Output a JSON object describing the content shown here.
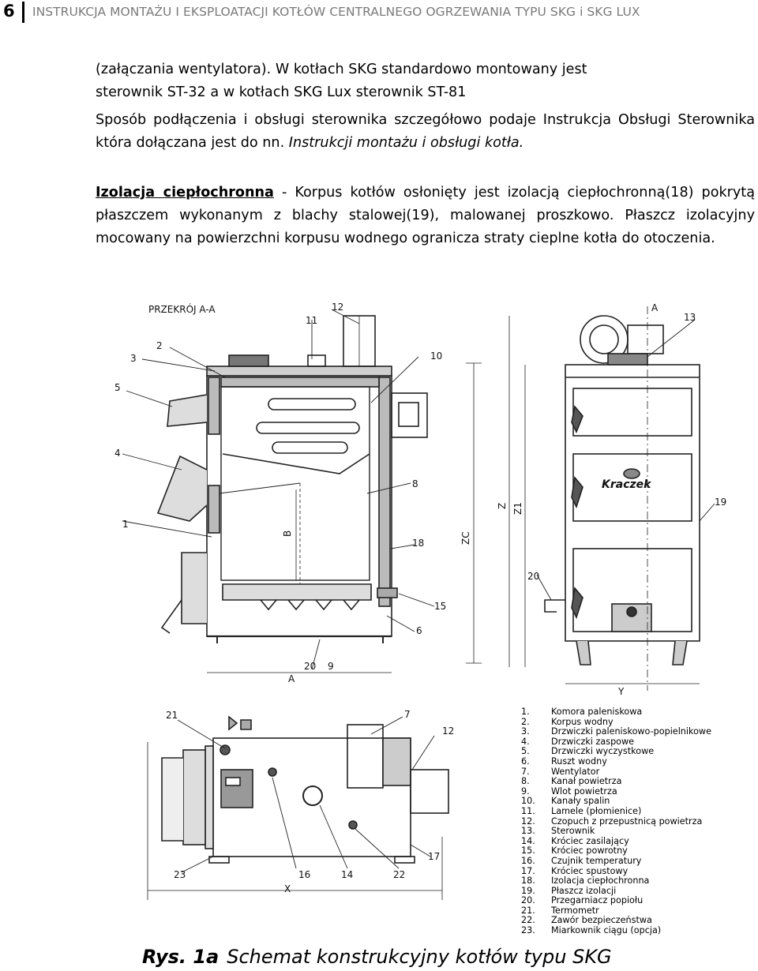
{
  "header": {
    "page_number": "6",
    "title": "INSTRUKCJA MONTAŻU I EKSPLOATACJI KOTŁÓW CENTRALNEGO OGRZEWANIA TYPU SKG i SKG LUX"
  },
  "paragraphs": {
    "p1_line1": "(załączania wentylatora). W kotłach SKG standardowo montowany jest",
    "p1_line2": "sterownik ST-32  a w kotłach SKG Lux sterownik ST-81",
    "p2_text": "Sposób podłączenia i obsługi sterownika szczegółowo podaje Instrukcja Obsługi Sterownika która dołączana jest do nn.",
    "p2_italic": "Instrukcji montażu i obsługi kotła.",
    "p3_term": "Izolacja ciepłochronna",
    "p3_text": " - Korpus kotłów osłonięty jest izolacją ciepłochronną(18) pokrytą płaszczem wykonanym z blachy stalowej(19), malowanej proszkowo. Płaszcz izolacyjny mocowany na powierzchni korpusu wodnego ogranicza straty cieplne kotła do otoczenia."
  },
  "drawing": {
    "section_title": "PRZEKRÓJ A-A",
    "brand_name": "Kraczek",
    "dim_labels": {
      "a": "A",
      "b": "B",
      "zc": "ZC",
      "z": "Z",
      "z1": "Z1",
      "y": "Y",
      "x": "X"
    },
    "callouts": {
      "c1": "1",
      "c2": "2",
      "c3": "3",
      "c4": "4",
      "c5": "5",
      "c6": "6",
      "c7": "7",
      "c8": "8",
      "c9": "9",
      "c10": "10",
      "c11": "11",
      "c12": "12",
      "c13": "13",
      "c14": "14",
      "c15": "15",
      "c16": "16",
      "c17": "17",
      "c18": "18",
      "c19": "19",
      "c20": "20",
      "c21": "21",
      "c22": "22",
      "c23": "23"
    }
  },
  "legend": [
    {
      "num": "1.",
      "label": "Komora paleniskowa"
    },
    {
      "num": "2.",
      "label": "Korpus wodny"
    },
    {
      "num": "3.",
      "label": "Drzwiczki paleniskowo-popielnikowe"
    },
    {
      "num": "4.",
      "label": "Drzwiczki zaspowe"
    },
    {
      "num": "5.",
      "label": "Drzwiczki wyczystkowe"
    },
    {
      "num": "6.",
      "label": "Ruszt wodny"
    },
    {
      "num": "7.",
      "label": "Wentylator"
    },
    {
      "num": "8.",
      "label": "Kanał powietrza"
    },
    {
      "num": "9.",
      "label": "Wlot powietrza"
    },
    {
      "num": "10.",
      "label": "Kanały spalin"
    },
    {
      "num": "11.",
      "label": "Lamele (płomienice)"
    },
    {
      "num": "12.",
      "label": "Czopuch z przepustnicą powietrza"
    },
    {
      "num": "13.",
      "label": "Sterownik"
    },
    {
      "num": "14.",
      "label": "Króciec zasilający"
    },
    {
      "num": "15.",
      "label": "Króciec powrotny"
    },
    {
      "num": "16.",
      "label": "Czujnik temperatury"
    },
    {
      "num": "17.",
      "label": "Króciec spustowy"
    },
    {
      "num": "18.",
      "label": "Izolacja ciepłochronna"
    },
    {
      "num": "19.",
      "label": "Płaszcz izolacji"
    },
    {
      "num": "20.",
      "label": "Przegarniacz popiołu"
    },
    {
      "num": "21.",
      "label": "Termometr"
    },
    {
      "num": "22.",
      "label": "Zawór bezpieczeństwa"
    },
    {
      "num": "23.",
      "label": "Miarkownik ciągu (opcja)"
    }
  ],
  "caption": {
    "label": "Rys. 1a",
    "text": "Schemat konstrukcyjny kotłów typu SKG"
  }
}
